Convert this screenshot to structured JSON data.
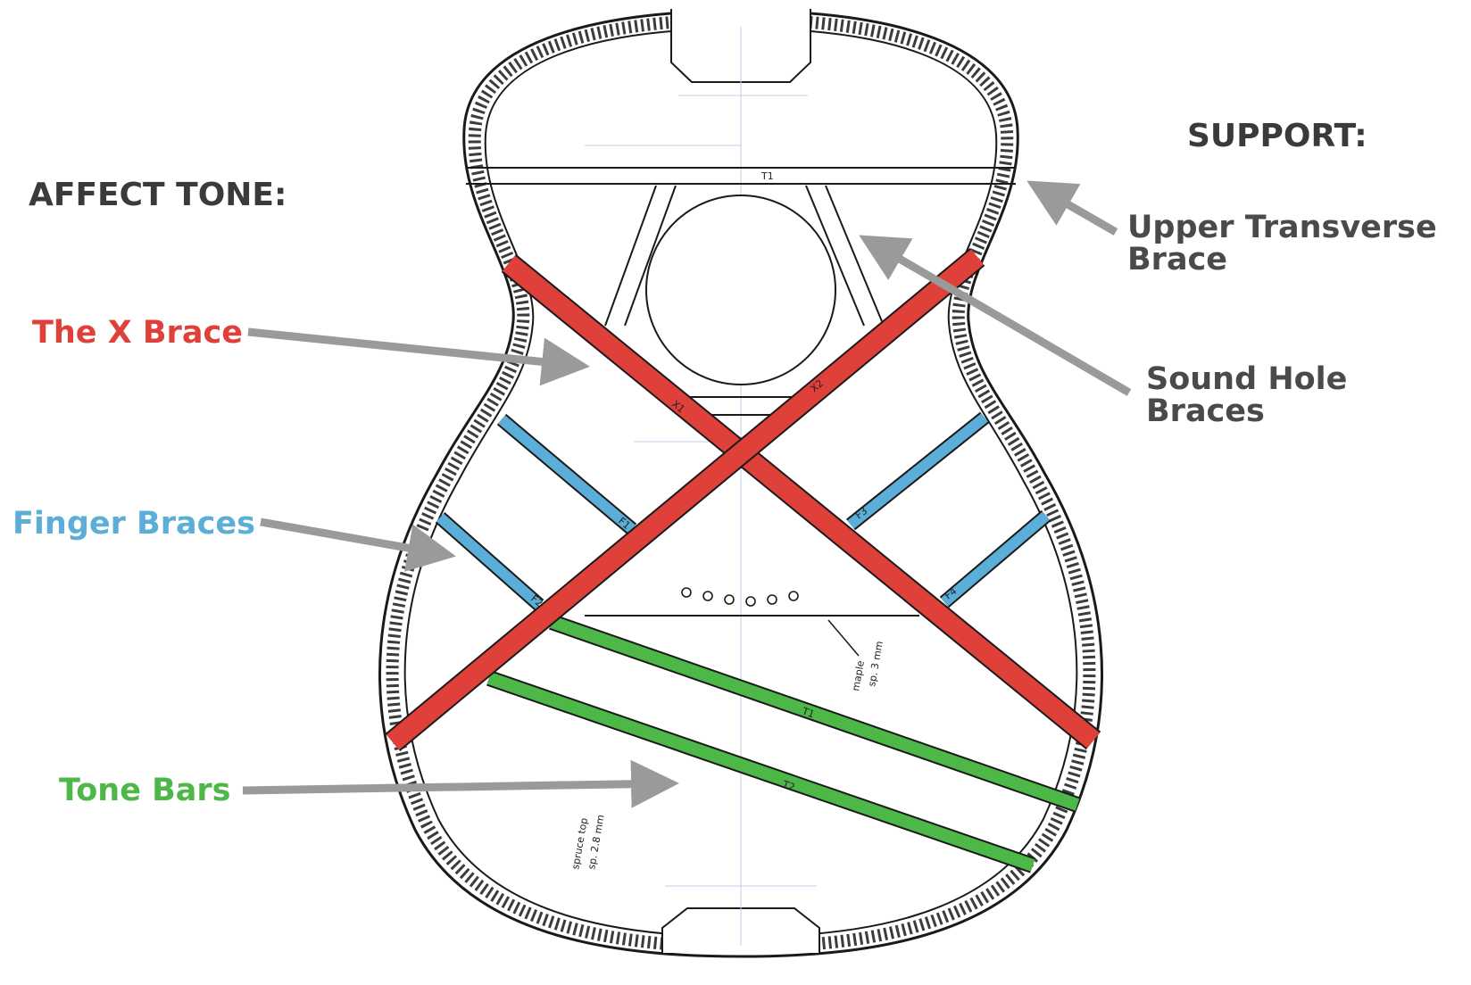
{
  "headings": {
    "affect_tone": "AFFECT TONE:",
    "support": "SUPPORT:"
  },
  "labels": {
    "x_brace": "The X Brace",
    "finger_braces": "Finger Braces",
    "tone_bars": "Tone Bars",
    "upper_transverse_line1": "Upper Transverse",
    "upper_transverse_line2": "Brace",
    "sound_hole_line1": "Sound Hole",
    "sound_hole_line2": "Braces"
  },
  "plan_marks": {
    "transverse": "T1",
    "x_left": "X1",
    "x_right": "X2",
    "finger_a": "F1",
    "finger_b": "F2",
    "finger_c": "F3",
    "finger_d": "F4",
    "tone_a": "T1",
    "tone_b": "T2",
    "bridge_note_1": "maple",
    "bridge_note_2": "sp. 3 mm",
    "top_note_1": "spruce top",
    "top_note_2": "sp. 2.8 mm"
  },
  "colors": {
    "heading": "#3a3a3a",
    "x_brace": "#e0403a",
    "finger_braces": "#5aaed8",
    "tone_bars": "#4db848",
    "support_label": "#4a4a4a",
    "arrow": "#9a9a9a",
    "outline": "#1a1a1a"
  },
  "icons": {
    "arrow": "arrow-right-icon",
    "bridge_pins": "circle-icon"
  }
}
